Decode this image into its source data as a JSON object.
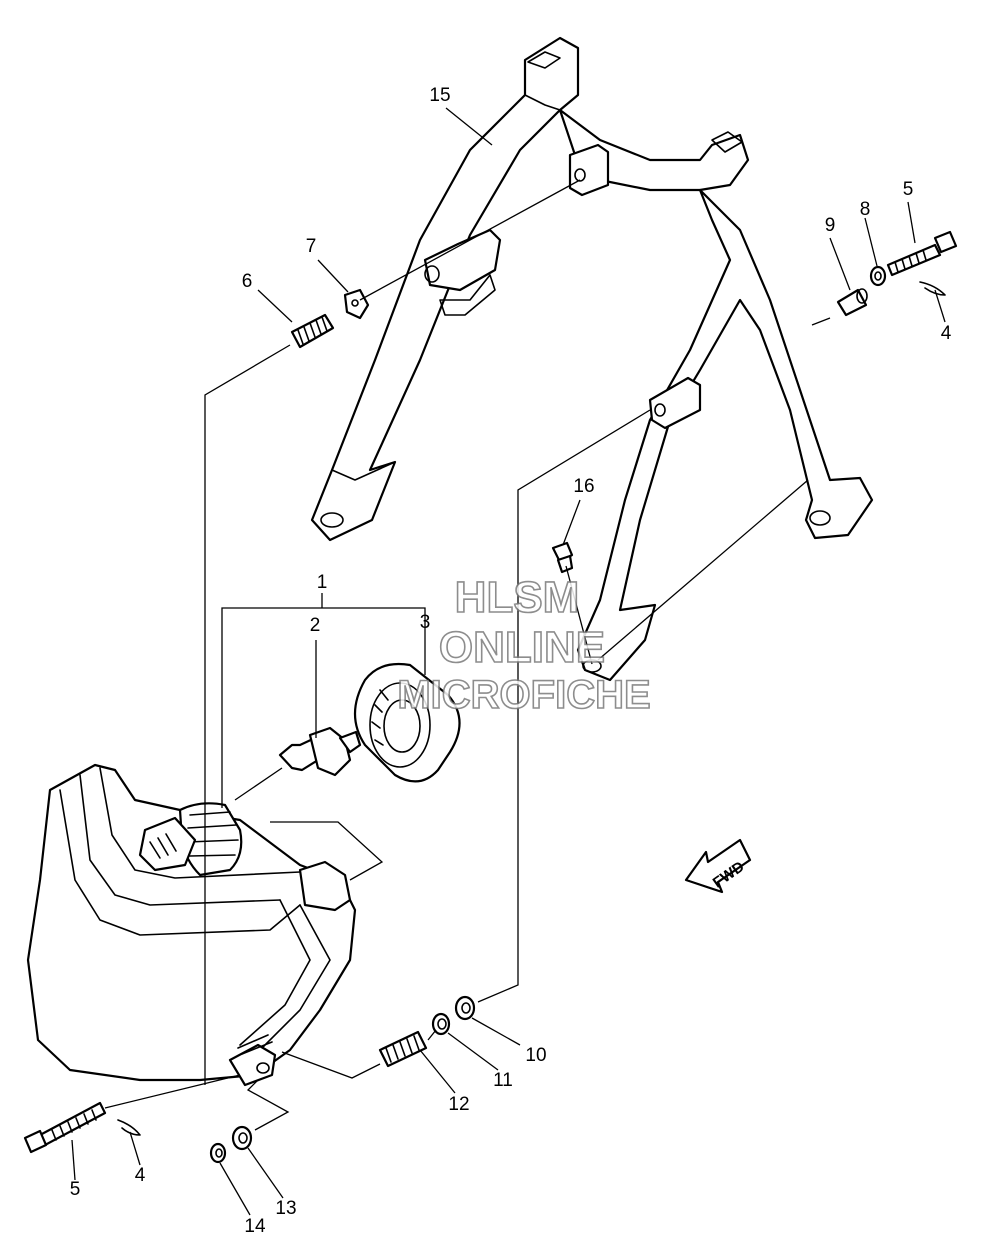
{
  "callouts": {
    "c1": "1",
    "c2": "2",
    "c3": "3",
    "c4a": "4",
    "c4b": "4",
    "c5a": "5",
    "c5b": "5",
    "c6": "6",
    "c7": "7",
    "c8": "8",
    "c9": "9",
    "c10": "10",
    "c11": "11",
    "c12": "12",
    "c13": "13",
    "c14": "14",
    "c15": "15",
    "c16": "16"
  },
  "watermark": {
    "line1": "HLSM",
    "line2": "ONLINE",
    "line3": "MICROFICHE"
  },
  "direction_badge": "FWD"
}
